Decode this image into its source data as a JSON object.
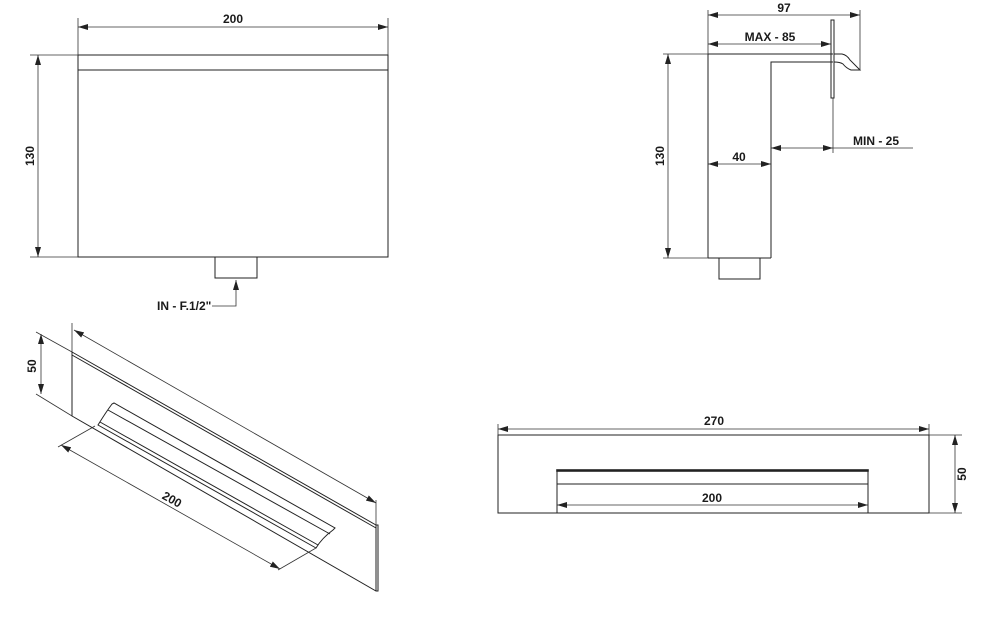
{
  "front_view": {
    "width_dim": "200",
    "height_dim": "130",
    "inlet_label": "IN - F.1/2\""
  },
  "side_view": {
    "overall_dim": "97",
    "max_dim": "MAX - 85",
    "min_dim": "MIN - 25",
    "depth_dim": "40",
    "height_dim": "130"
  },
  "iso_view": {
    "height_dim": "50",
    "spout_dim": "200"
  },
  "top_view": {
    "plate_dim": "270",
    "spout_dim": "200",
    "depth_dim": "50"
  },
  "colors": {
    "line": "#222222",
    "background": "#ffffff"
  }
}
